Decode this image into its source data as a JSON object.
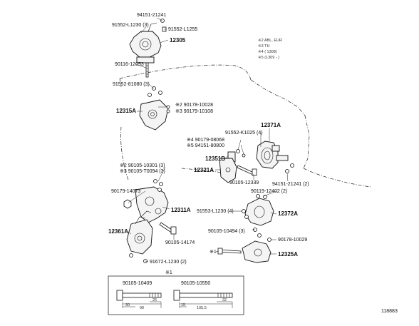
{
  "legend": {
    "notes": [
      "※2 ABL, EUR",
      "※3 TH",
      "※4 (        1308)",
      "※5 (1309 -         )"
    ]
  },
  "labels": {
    "p94151_21241": "94151-21241",
    "p91552_L1230_3": "91552-L1230 (3)",
    "p91552_L1255": "91552-L1255",
    "p12305": "12305",
    "p90116_12053": "90116-12053",
    "p91552_81080_3": "91552-81080 (3)",
    "p90178_10028": "※2 90178-10028",
    "p90179_10108": "※3 90179-10108",
    "p12315A": "12315A",
    "p12371A": "12371A",
    "p91552_K1025_4": "91552-K1025 (4)",
    "p90179_08068": "※4 90179-08068",
    "p94151_80800": "※5 94151-80800",
    "p12351B": "12351B",
    "p12321A": "12321A",
    "p90105_12339": "90105-12339",
    "p94151_21241_2": "94151-21241 (2)",
    "p90105_10301_3": "※2 90105-10301 (3)",
    "p90105_T0094_3": "※3 90105-T0094 (3)",
    "p90179_14073": "90179-14073",
    "p90119_12402_2": "90119-12402 (2)",
    "p12311A": "12311A",
    "p91553_L1230_4": "91553-L1230 (4)",
    "p12372A": "12372A",
    "p12361A": "12361A",
    "p90105_14174": "90105-14174",
    "p90105_10494_3": "90105-10494 (3)",
    "p90178_10029": "90178-10029",
    "p1_marker": "※1",
    "p12325A": "12325A",
    "p91672_L1230_2": "91672-L1230 (2)"
  },
  "detail_box": {
    "marker": "※1",
    "bolt_left": {
      "part_no": "90105-10409",
      "dim_a": "30",
      "dim_b": "90",
      "dim_c": "26"
    },
    "bolt_right": {
      "part_no": "90105-10550",
      "dim_a": "15",
      "dim_b": "105.5",
      "dim_c": "32"
    }
  },
  "figure_id": "118883"
}
